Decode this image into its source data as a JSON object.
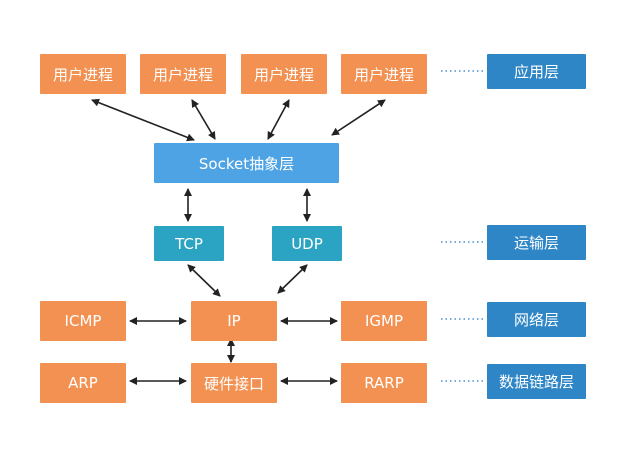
{
  "processes": [
    "用户进程",
    "用户进程",
    "用户进程",
    "用户进程"
  ],
  "socket": "Socket抽象层",
  "tcp": "TCP",
  "udp": "UDP",
  "icmp": "ICMP",
  "ip": "IP",
  "igmp": "IGMP",
  "arp": "ARP",
  "hardware": "硬件接口",
  "rarp": "RARP",
  "layers": {
    "application": "应用层",
    "transport": "运输层",
    "network": "网络层",
    "link": "数据链路层"
  },
  "colors": {
    "orange": "#f39152",
    "socket_blue": "#4da3e3",
    "teal": "#2ba3c2",
    "layer_blue": "#2f86c6",
    "arrow": "#222222",
    "dotted": "#4a8fd1"
  }
}
